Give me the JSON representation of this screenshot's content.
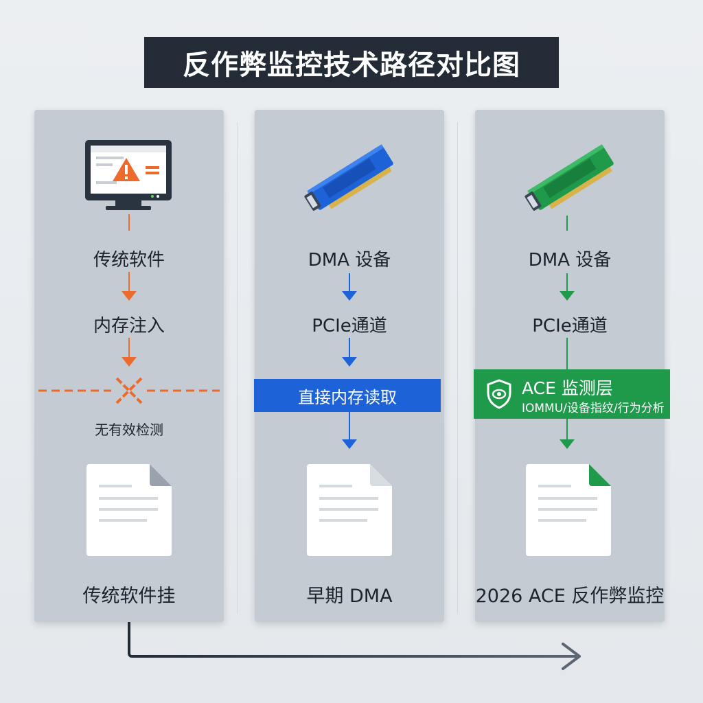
{
  "title": "反作弊监控技术路径对比图",
  "columns": [
    {
      "id": "traditional",
      "accent": "#ec6a2c",
      "icon": "monitor-warning-icon",
      "step1": "传统软件",
      "step2": "内存注入",
      "blocked_note": "无有效检测",
      "bottom_label": "传统软件挂"
    },
    {
      "id": "early-dma",
      "accent": "#1e62d8",
      "icon": "blue-dma-card-icon",
      "step1": "DMA 设备",
      "step2": "PCIe通道",
      "band_label": "直接内存读取",
      "bottom_label": "早期 DMA"
    },
    {
      "id": "ace-2026",
      "accent": "#1f9a4a",
      "icon": "green-dma-card-icon",
      "step1": "DMA 设备",
      "step2": "PCIe通道",
      "band_title": "ACE 监测层",
      "band_sub": "IOMMU/设备指纹/行为分析",
      "band_icon": "shield-eye-icon",
      "bottom_label": "2026 ACE 反作弊监控"
    }
  ],
  "timeline_icon": "right-arrow-icon"
}
